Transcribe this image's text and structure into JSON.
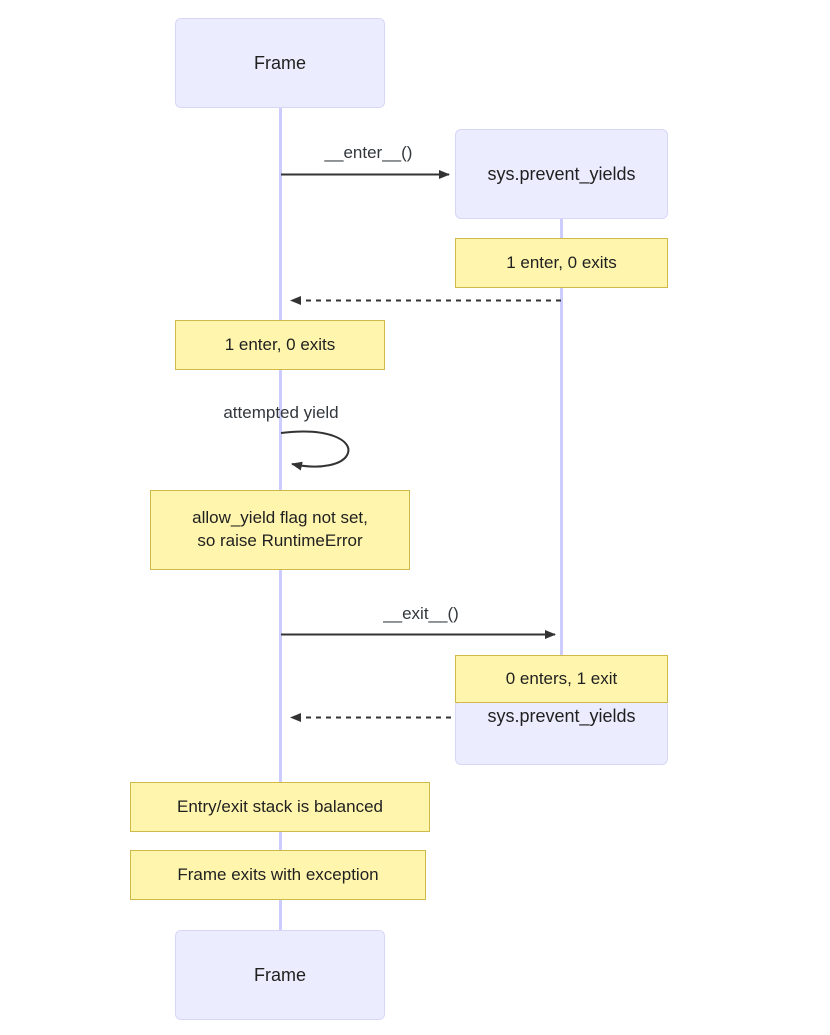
{
  "diagram": {
    "type": "sequence-diagram",
    "title": "",
    "colors": {
      "actor_fill": "#ECECFF",
      "actor_border": "#D6D6F7",
      "note_fill": "#FFF5AD",
      "note_border": "#CFB94B",
      "lifeline": "#CCCCFF",
      "arrow": "#333333",
      "label_text": "#32373C",
      "background": "#FFFFFF"
    },
    "participants": [
      {
        "id": "frame",
        "label": "Frame"
      },
      {
        "id": "sys",
        "label": "sys.prevent_yields"
      }
    ],
    "actor_boxes": [
      {
        "id": "frame-top",
        "participant": "frame",
        "label": "Frame"
      },
      {
        "id": "sys-top",
        "participant": "sys",
        "label": "sys.prevent_yields"
      },
      {
        "id": "sys-bottom",
        "participant": "sys",
        "label": "sys.prevent_yields"
      },
      {
        "id": "frame-bottom",
        "participant": "frame",
        "label": "Frame"
      }
    ],
    "messages": [
      {
        "id": "m1",
        "label": "__enter__()",
        "from": "frame",
        "to": "sys",
        "style": "solid",
        "direction": "right"
      },
      {
        "id": "m2",
        "label": "",
        "from": "sys",
        "to": "frame",
        "style": "dashed",
        "direction": "left"
      },
      {
        "id": "m3",
        "label": "attempted yield",
        "from": "frame",
        "to": "frame",
        "style": "solid",
        "direction": "self"
      },
      {
        "id": "m4",
        "label": "__exit__()",
        "from": "frame",
        "to": "sys",
        "style": "solid",
        "direction": "right"
      },
      {
        "id": "m5",
        "label": "",
        "from": "sys",
        "to": "frame",
        "style": "dashed",
        "direction": "left"
      }
    ],
    "notes": [
      {
        "id": "n1",
        "over": "sys",
        "text": "1 enter, 0 exits"
      },
      {
        "id": "n2",
        "over": "frame",
        "text": "1 enter, 0 exits"
      },
      {
        "id": "n3",
        "over": "frame",
        "text": "allow_yield flag not set,\nso raise RuntimeError"
      },
      {
        "id": "n4",
        "over": "sys",
        "text": "0 enters, 1 exit"
      },
      {
        "id": "n5",
        "over": "frame",
        "text": "Entry/exit stack is balanced"
      },
      {
        "id": "n6",
        "over": "frame",
        "text": "Frame exits with exception"
      }
    ]
  }
}
